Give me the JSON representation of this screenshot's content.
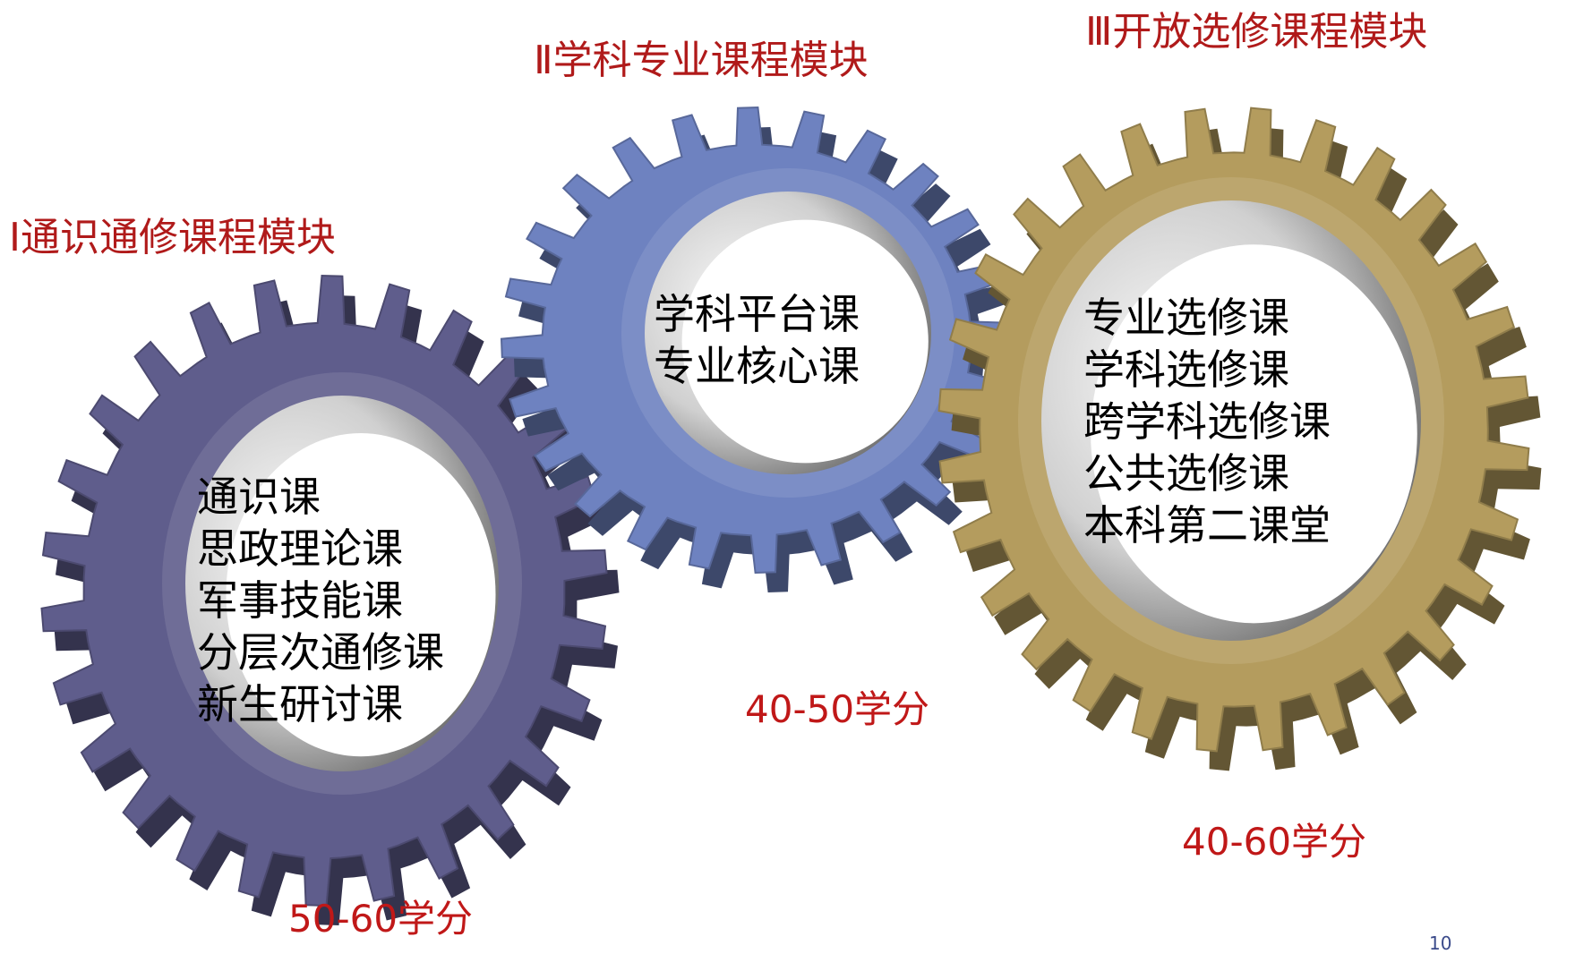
{
  "modules": [
    {
      "id": "module-1",
      "title": "Ⅰ通识通修课程模块",
      "color": "#5f5d8c",
      "courses": [
        "通识课",
        "思政理论课",
        "军事技能课",
        "分层次通修课",
        "新生研讨课"
      ],
      "credits": "50-60学分"
    },
    {
      "id": "module-2",
      "title": "Ⅱ学科专业课程模块",
      "color": "#6e82c0",
      "courses": [
        "学科平台课",
        "专业核心课"
      ],
      "credits": "40-50学分"
    },
    {
      "id": "module-3",
      "title": "Ⅲ开放选修课程模块",
      "color": "#b49c5e",
      "courses": [
        "专业选修课",
        "学科选修课",
        "跨学科选修课",
        "公共选修课",
        "本科第二课堂"
      ],
      "credits": "40-60学分"
    }
  ],
  "page_number": "10"
}
